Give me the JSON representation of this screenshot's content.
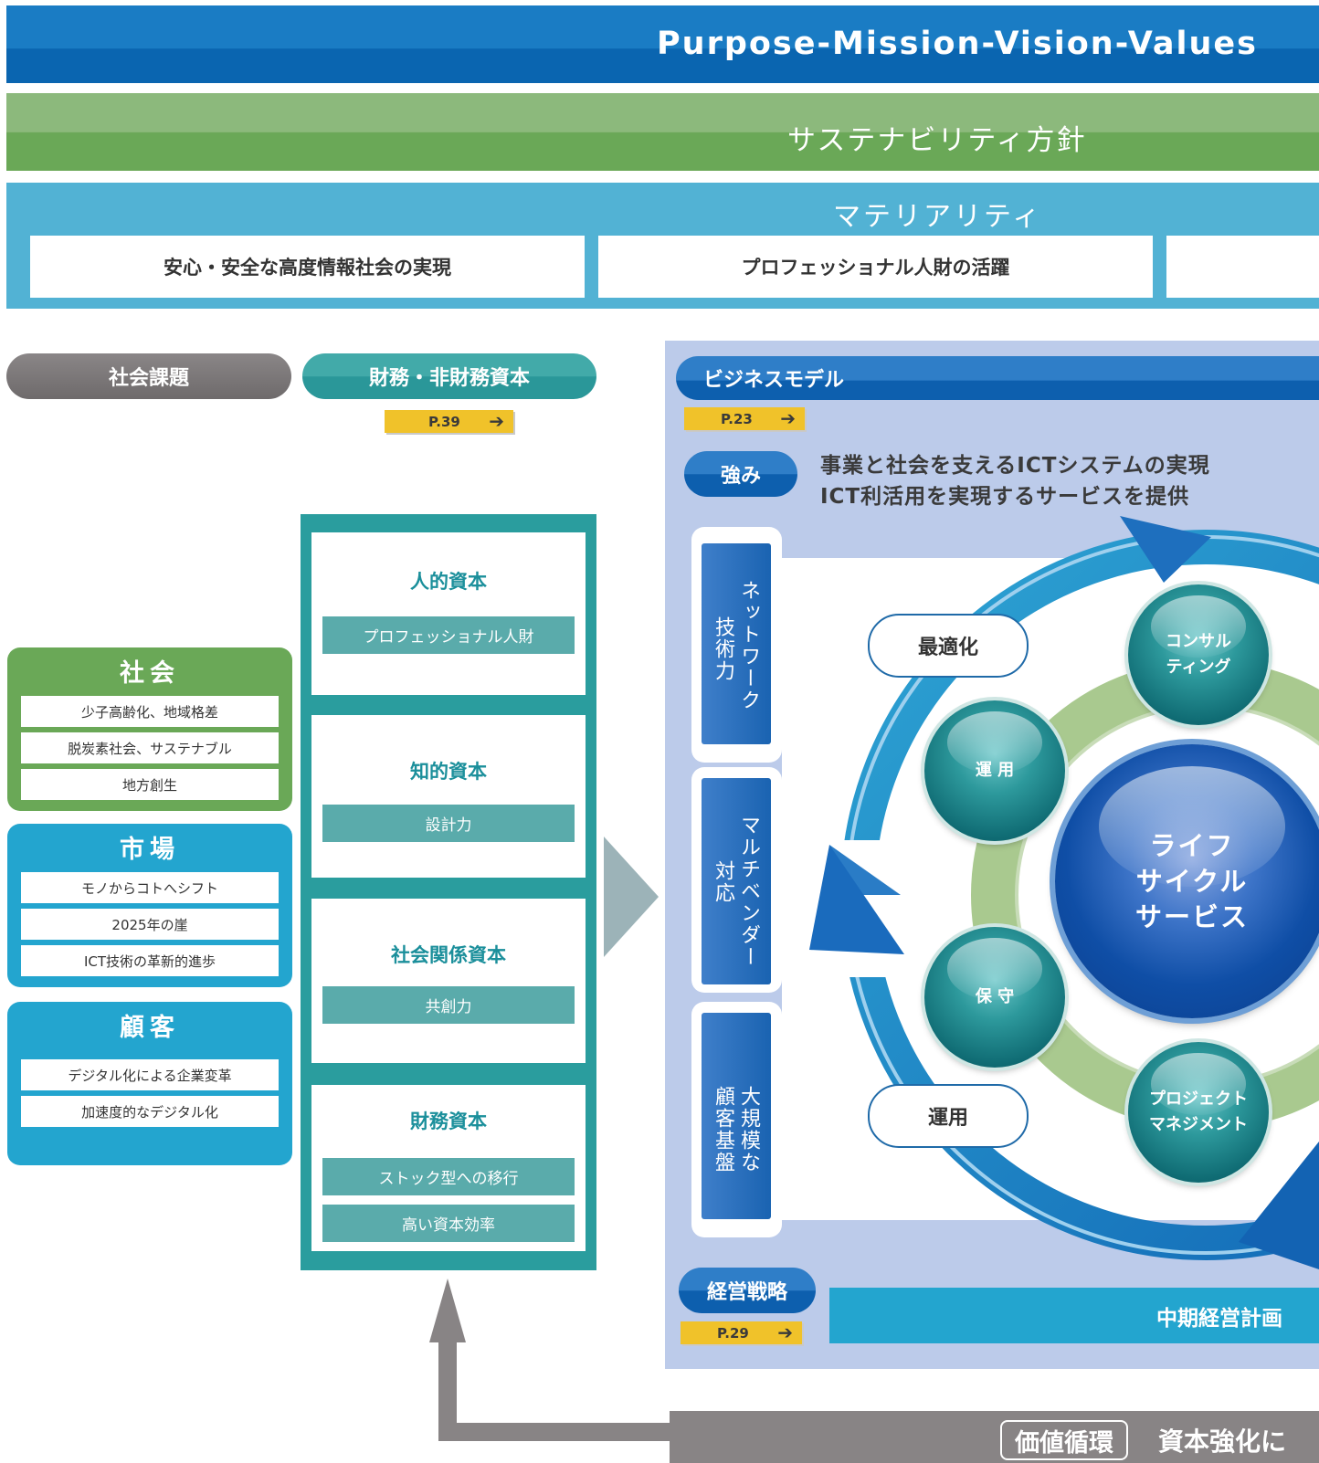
{
  "header": {
    "pmvv": "Purpose-Mission-Vision-Values",
    "sustainability": "サステナビリティ方針",
    "materiality_title": "マテリアリティ",
    "materiality_items": [
      "安心・安全な高度情報社会の実現",
      "プロフェッショナル人財の活躍",
      ""
    ]
  },
  "social_issues": {
    "label": "社会課題",
    "categories": [
      {
        "title": "社会",
        "items": [
          "少子高齢化、地域格差",
          "脱炭素社会、サステナブル",
          "地方創生"
        ]
      },
      {
        "title": "市場",
        "items": [
          "モノからコトへシフト",
          "2025年の崖",
          "ICT技術の革新的進歩"
        ]
      },
      {
        "title": "顧客",
        "items": [
          "デジタル化による企業変革",
          "加速度的なデジタル化"
        ]
      }
    ]
  },
  "capital": {
    "label": "財務・非財務資本",
    "page_ref": "P.39",
    "items": [
      {
        "title": "人的資本",
        "bars": [
          "プロフェッショナル人財"
        ]
      },
      {
        "title": "知的資本",
        "bars": [
          "設計力"
        ]
      },
      {
        "title": "社会関係資本",
        "bars": [
          "共創力"
        ]
      },
      {
        "title": "財務資本",
        "bars": [
          "ストック型への移行",
          "高い資本効率"
        ]
      }
    ]
  },
  "business_model": {
    "label": "ビジネスモデル",
    "page_ref": "P.23",
    "strength_label": "強み",
    "strength_lines": [
      "事業と社会を支えるICTシステムの実現",
      "ICT利活用を実現するサービスを提供"
    ],
    "strengths": [
      {
        "col1": "ネットワーク",
        "col2": "技術力"
      },
      {
        "col1": "マルチベンダー",
        "col2": "対応"
      },
      {
        "col1": "大規模な",
        "col2": "顧客基盤"
      }
    ],
    "ovals": [
      "最適化",
      "運用"
    ],
    "spheres": [
      "コンサル\nティング",
      "運 用",
      "保 守",
      "プロジェクト\nマネジメント"
    ],
    "center": [
      "ライフ",
      "サイクル",
      "サービス"
    ]
  },
  "strategy": {
    "label": "経営戦略",
    "page_ref": "P.29",
    "plan": "中期経営計画"
  },
  "bottom": {
    "box": "価値循環",
    "text": "資本強化に"
  },
  "colors": {
    "pmvv": "#1a7cc4",
    "sustainability": "#6aa857",
    "materiality": "#52b2d4",
    "capital_teal": "#2a9d9e",
    "business_bg": "#bccbea",
    "tag": "#f0c22a",
    "cycle_gray": "#888485"
  }
}
